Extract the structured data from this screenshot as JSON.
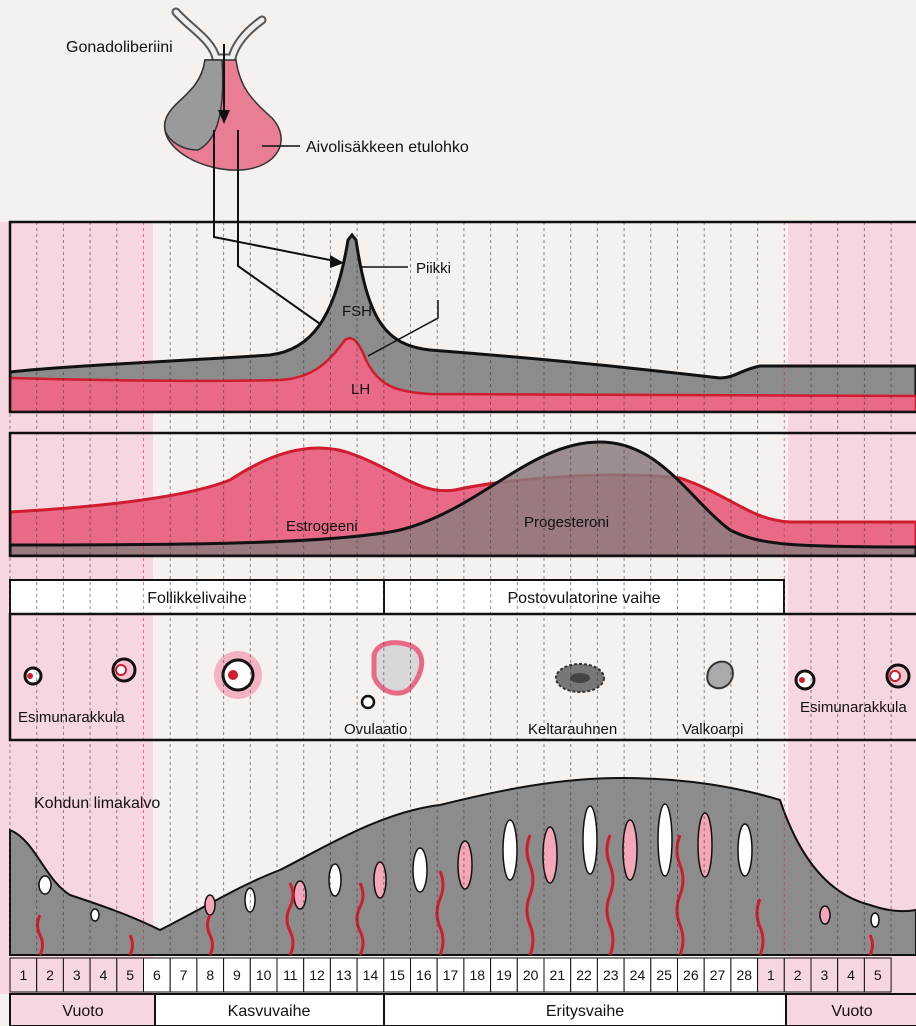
{
  "gland": {
    "hormone_label": "Gonadoliberiini",
    "pituitary_label": "Aivolisäkkeen etulohko"
  },
  "hormones": {
    "fsh": "FSH",
    "lh": "LH",
    "peak": "Piikki",
    "estrogen": "Estrogeeni",
    "progesterone": "Progesteroni"
  },
  "ovarian_phases": {
    "follicular": "Follikkelivaihe",
    "postovulatory": "Postovulatorine vaihe"
  },
  "ovary_stages": {
    "follicle_left": "Esimunarakkula",
    "ovulation": "Ovulaatio",
    "corpus_luteum": "Keltarauhnen",
    "corpus_albicans": "Valkoarpi",
    "follicle_right": "Esimunarakkula"
  },
  "endometrium": {
    "label": "Kohdun limakalvo"
  },
  "days": [
    "1",
    "2",
    "3",
    "4",
    "5",
    "6",
    "7",
    "8",
    "9",
    "10",
    "11",
    "12",
    "13",
    "14",
    "15",
    "16",
    "17",
    "18",
    "19",
    "20",
    "21",
    "22",
    "23",
    "24",
    "25",
    "26",
    "27",
    "28",
    "1",
    "2",
    "3",
    "4",
    "5"
  ],
  "uterine_phases": {
    "menses_left": "Vuoto",
    "proliferative": "Kasvuvaihe",
    "secretory": "Eritysvaihe",
    "menses_right": "Vuoto"
  },
  "colors": {
    "pink": "#e86a86",
    "red": "#d01c2e",
    "gray": "#8c8c8c",
    "dark_gray": "#6a6a6a",
    "light_pink": "#f7d7df",
    "white": "#ffffff"
  }
}
